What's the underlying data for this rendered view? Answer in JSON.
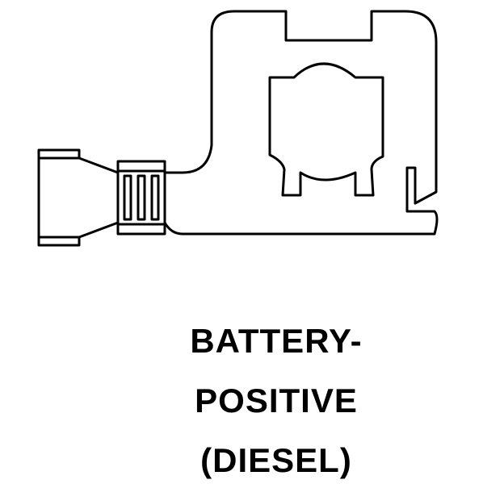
{
  "caption": {
    "lines": [
      "BATTERY-",
      "POSITIVE",
      "(DIESEL)"
    ]
  },
  "colors": {
    "stroke": "#000000",
    "background": "#ffffff"
  }
}
